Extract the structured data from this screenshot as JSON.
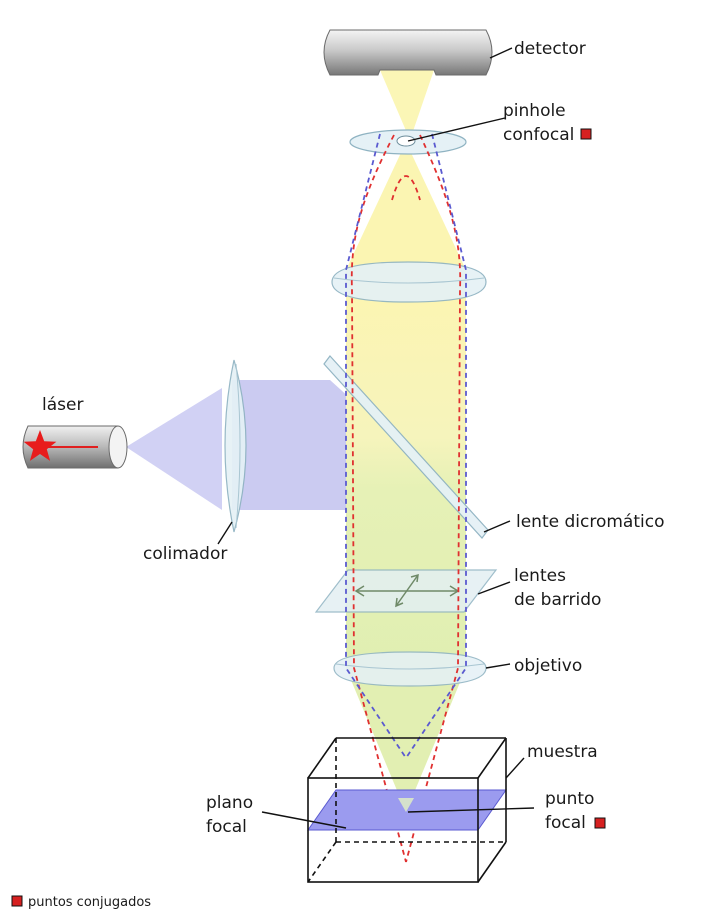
{
  "labels": {
    "detector": "detector",
    "pinhole_line1": "pinhole",
    "pinhole_line2": "confocal",
    "laser": "láser",
    "collimator": "colimador",
    "dichroic": "lente dicromático",
    "scan_line1": "lentes",
    "scan_line2": "de barrido",
    "objective": "objetivo",
    "sample": "muestra",
    "focal_plane_line1": "plano",
    "focal_plane_line2": "focal",
    "focal_point_line1": "punto",
    "focal_point_line2": "focal"
  },
  "legend": {
    "text": "puntos conjugados",
    "marker_color": "#d62020"
  },
  "colors": {
    "excitation_light": "#c8c8f0",
    "emission_yellow": "#fdf6b8",
    "emission_green": "#e3f0b4",
    "focal_plane": "#9b9bef",
    "conjugate_marker": "#d62020",
    "ray_red": "#e03030",
    "ray_blue": "#5a5ad0",
    "lens_glass": "#e3f0f6"
  }
}
